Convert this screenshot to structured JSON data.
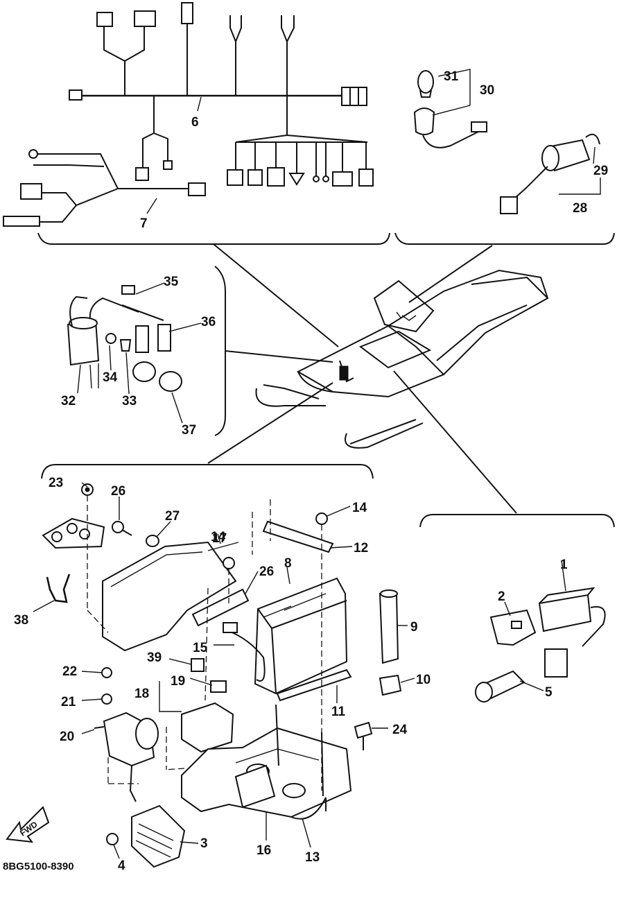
{
  "diagram": {
    "drawing_code": "8BG5100-8390",
    "forward_arrow_text": "FWD",
    "part_numbers": [
      "1",
      "2",
      "3",
      "4",
      "5",
      "6",
      "7",
      "8",
      "9",
      "10",
      "11",
      "12",
      "13",
      "14",
      "14",
      "15",
      "16",
      "17",
      "18",
      "19",
      "20",
      "21",
      "22",
      "23",
      "24",
      "26",
      "26",
      "27",
      "28",
      "29",
      "30",
      "31",
      "32",
      "33",
      "34",
      "35",
      "36",
      "37",
      "38",
      "39"
    ]
  }
}
